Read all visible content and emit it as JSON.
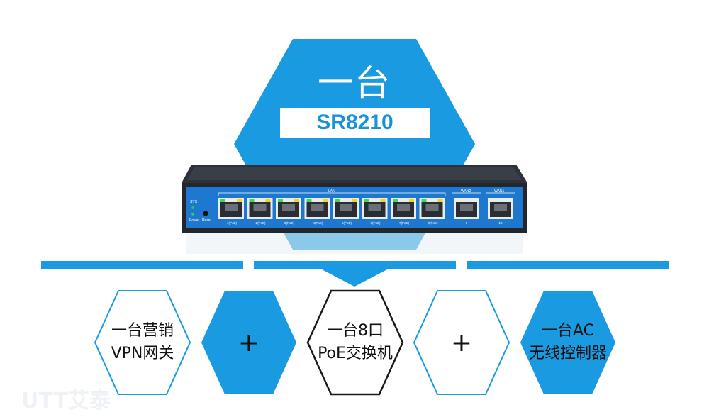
{
  "hero": {
    "title": "一台",
    "model": "SR8210"
  },
  "device": {
    "sys_label": "SYS",
    "power_label": "Power",
    "reset_label": "Reset",
    "lan_label": "LAN",
    "wan2_label": "WAN2",
    "wan1_label": "WAN1",
    "lan_ports": [
      "1(PoE)",
      "2(PoE)",
      "3(PoE)",
      "4(PoE)",
      "5(PoE)",
      "6(PoE)",
      "7(PoE)",
      "8(PoE)"
    ],
    "wan_ports": [
      "9",
      "10"
    ]
  },
  "features": [
    {
      "line1": "一台营销",
      "line2": "VPN网关"
    },
    {
      "symbol": "+"
    },
    {
      "line1": "一台8口",
      "line2": "PoE交换机"
    },
    {
      "symbol": "+"
    },
    {
      "line1": "一台AC",
      "line2": "无线控制器"
    }
  ],
  "watermark": "UTT艾泰",
  "colors": {
    "accent": "#1a9ae0",
    "hex_outline": "#1a9ae0",
    "center_outline": "#1a1a1a",
    "device_body": "#2b2f36",
    "device_panel": "#1e78d0"
  }
}
